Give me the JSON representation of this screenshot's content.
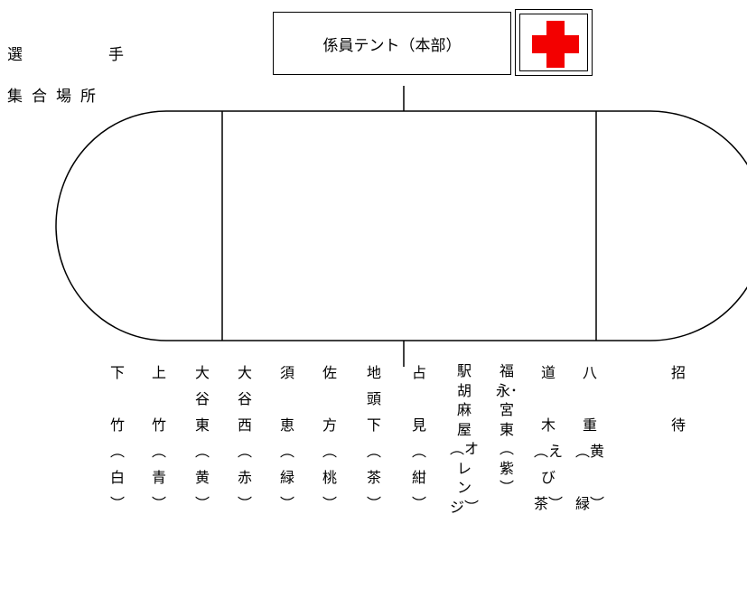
{
  "assembly": {
    "line1_a": "選",
    "line1_b": "手",
    "line2": "集合場所"
  },
  "tent": {
    "label": "係員テント（本部）"
  },
  "first_aid": {
    "icon": "red-cross-icon",
    "color": "#f30000"
  },
  "teams": [
    {
      "lines": [
        "下",
        "",
        "竹",
        "︵",
        "白",
        "︶"
      ]
    },
    {
      "lines": [
        "上",
        "",
        "竹",
        "︵",
        "青",
        "︶"
      ]
    },
    {
      "lines": [
        "大",
        "谷",
        "東",
        "︵",
        "黄",
        "︶"
      ]
    },
    {
      "lines": [
        "大",
        "谷",
        "西",
        "︵",
        "赤",
        "︶"
      ]
    },
    {
      "lines": [
        "須",
        "",
        "恵",
        "︵",
        "緑",
        "︶"
      ]
    },
    {
      "lines": [
        "佐",
        "",
        "方",
        "︵",
        "桃",
        "︶"
      ]
    },
    {
      "lines": [
        "地",
        "頭",
        "下",
        "︵",
        "茶",
        "︶"
      ]
    },
    {
      "lines": [
        "占",
        "",
        "見",
        "︵",
        "紺",
        "︶"
      ]
    },
    {
      "lines": [
        "駅",
        "胡",
        "麻",
        "屋",
        "︵オ",
        "レ",
        "ン",
        "ジ︶"
      ]
    },
    {
      "lines": [
        "福",
        "永･",
        "宮",
        "東",
        "︵",
        "紫",
        "︶"
      ]
    },
    {
      "lines": [
        "道",
        "",
        "木",
        "︵え",
        "び",
        "茶︶"
      ]
    },
    {
      "lines": [
        "八",
        "",
        "重",
        "︵黄",
        "",
        "緑︶"
      ]
    },
    {
      "lines": [
        "招",
        "",
        "待"
      ]
    }
  ]
}
